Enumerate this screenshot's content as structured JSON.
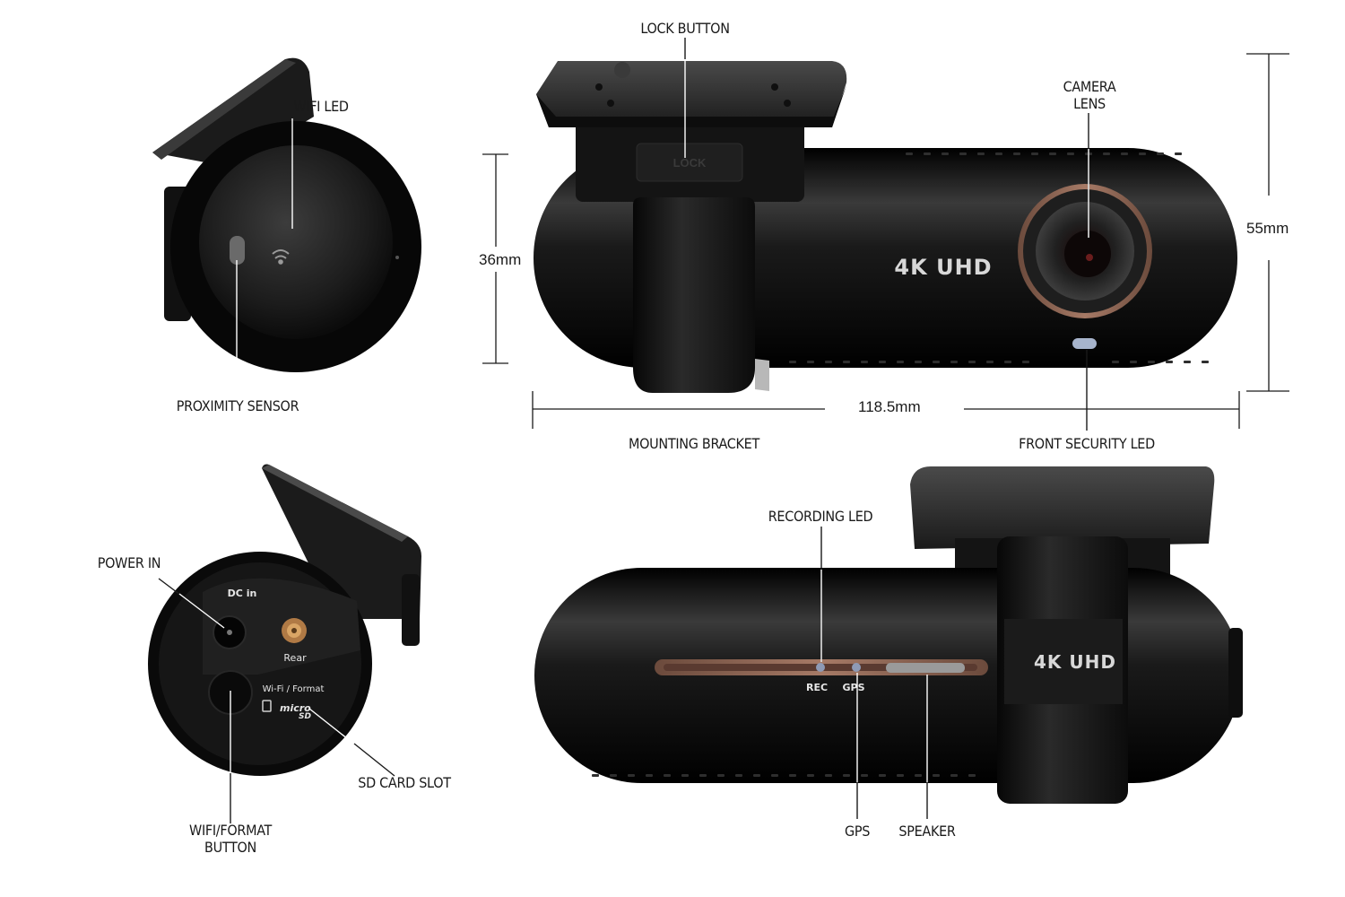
{
  "product_text": {
    "badge_top": "4K UHD",
    "badge_bottom": "4K UHD",
    "lock_text": "LOCK",
    "port_dc": "DC in",
    "port_rear": "Rear",
    "port_wifi_format": "Wi-Fi / Format",
    "port_micro": "micro",
    "port_sd": "SD",
    "led_rec": "REC",
    "led_gps": "GPS"
  },
  "callouts": {
    "wifi_led": "WIFI LED",
    "proximity_sensor": "PROXIMITY SENSOR",
    "lock_button": "LOCK BUTTON",
    "camera_lens_line1": "CAMERA",
    "camera_lens_line2": "LENS",
    "mounting_bracket": "MOUNTING BRACKET",
    "front_security_led": "FRONT SECURITY LED",
    "recording_led": "RECORDING LED",
    "power_in": "POWER IN",
    "sd_card_slot": "SD CARD SLOT",
    "wifi_format_line1": "WIFI/FORMAT",
    "wifi_format_line2": "BUTTON",
    "gps": "GPS",
    "speaker": "SPEAKER"
  },
  "dimensions": {
    "body_diameter": "36mm",
    "total_height": "55mm",
    "body_length": "118.5mm"
  },
  "colors": {
    "body": "#151515",
    "accent_copper": "#b7826a",
    "led_blue": "#a7b4cc",
    "line": "#1a1a1a"
  }
}
